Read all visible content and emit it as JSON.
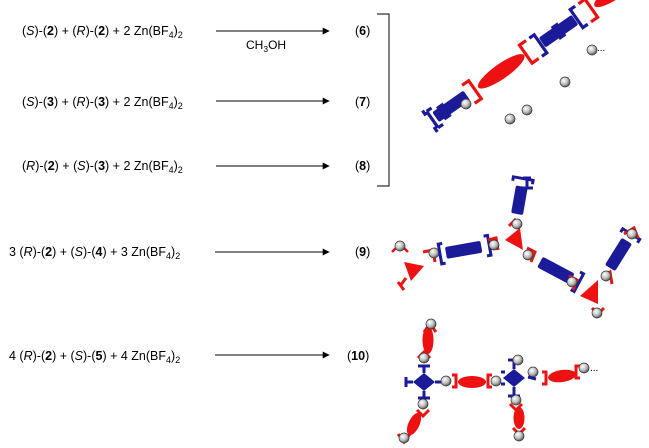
{
  "reactions": [
    {
      "id": "r6",
      "lhs": [
        {
          "t": "("
        },
        {
          "t": "S",
          "i": 1
        },
        {
          "t": ")-("
        },
        {
          "t": "2",
          "b": 1
        },
        {
          "t": ") + ("
        },
        {
          "t": "R",
          "i": 1
        },
        {
          "t": ")-("
        },
        {
          "t": "2",
          "b": 1
        },
        {
          "t": ") + 2 Zn(BF"
        },
        {
          "t": "4",
          "s": 1
        },
        {
          "t": ")"
        },
        {
          "t": "2",
          "s": 1
        }
      ],
      "product": "6"
    },
    {
      "id": "r7",
      "lhs": [
        {
          "t": "("
        },
        {
          "t": "S",
          "i": 1
        },
        {
          "t": ")-("
        },
        {
          "t": "3",
          "b": 1
        },
        {
          "t": ") + ("
        },
        {
          "t": "R",
          "i": 1
        },
        {
          "t": ")-("
        },
        {
          "t": "3",
          "b": 1
        },
        {
          "t": ") + 2 Zn(BF"
        },
        {
          "t": "4",
          "s": 1
        },
        {
          "t": ")"
        },
        {
          "t": "2",
          "s": 1
        }
      ],
      "product": "7"
    },
    {
      "id": "r8",
      "lhs": [
        {
          "t": "("
        },
        {
          "t": "R",
          "i": 1
        },
        {
          "t": ")-("
        },
        {
          "t": "2",
          "b": 1
        },
        {
          "t": ") + ("
        },
        {
          "t": "S",
          "i": 1
        },
        {
          "t": ")-("
        },
        {
          "t": "3",
          "b": 1
        },
        {
          "t": ") + 2 Zn(BF"
        },
        {
          "t": "4",
          "s": 1
        },
        {
          "t": ")"
        },
        {
          "t": "2",
          "s": 1
        }
      ],
      "product": "8"
    },
    {
      "id": "r9",
      "lhs": [
        {
          "t": "3 ("
        },
        {
          "t": "R",
          "i": 1
        },
        {
          "t": ")-("
        },
        {
          "t": "2",
          "b": 1
        },
        {
          "t": ") + ("
        },
        {
          "t": "S",
          "i": 1
        },
        {
          "t": ")-("
        },
        {
          "t": "4",
          "b": 1
        },
        {
          "t": ") + 3 Zn(BF"
        },
        {
          "t": "4",
          "s": 1
        },
        {
          "t": ")"
        },
        {
          "t": "2",
          "s": 1
        }
      ],
      "product": "9"
    },
    {
      "id": "r10",
      "lhs": [
        {
          "t": "4 ("
        },
        {
          "t": "R",
          "i": 1
        },
        {
          "t": ")-("
        },
        {
          "t": "2",
          "b": 1
        },
        {
          "t": ") + ("
        },
        {
          "t": "S",
          "i": 1
        },
        {
          "t": ")-("
        },
        {
          "t": "5",
          "b": 1
        },
        {
          "t": ") + 4 Zn(BF"
        },
        {
          "t": "4",
          "s": 1
        },
        {
          "t": ")"
        },
        {
          "t": "2",
          "s": 1
        }
      ],
      "product": "10"
    }
  ],
  "condition": [
    {
      "t": "CH"
    },
    {
      "t": "3",
      "s": 1
    },
    {
      "t": "OH"
    }
  ],
  "ellipsis": "...",
  "colors": {
    "red": "#ee1111",
    "blue": "#1b1b9a",
    "text": "#000000",
    "sphere": "#9a9a9a"
  }
}
